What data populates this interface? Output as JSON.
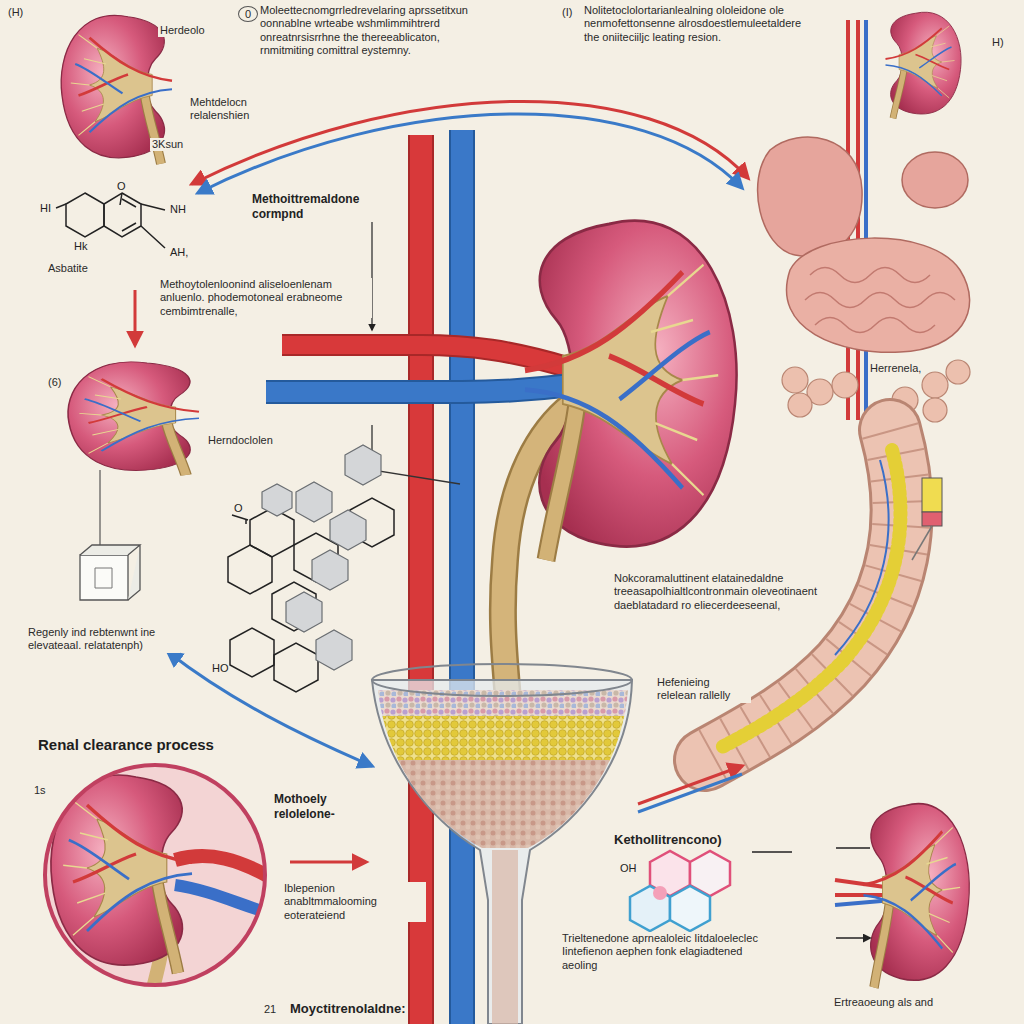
{
  "diagram": {
    "labels": [
      "(H)",
      "Herdeolo",
      "0",
      "Moleettecnomgrrledrevelaring aprssetitxun oonnablne wrteabe wshmlimmihtrerd onreatnrsisrrhne the thereeablicaton, rnmitmiting comittral eystemny.",
      "(I)",
      "Nolitetoclolortarianlealning ololeidone ole nenmofettonsenne alrosdoestlemuleetaldere the oniiteciiljc leating resion.",
      "H)",
      "Mehtdelocn relalenshien",
      "3Ksun",
      "Methoittremaldone cormpnd",
      "O",
      "HI",
      "NH",
      "Hk",
      "AH,",
      "Asbatite",
      "Methoytolenloonind aliseloenlenam anluenlo. phodemotoneal erabneome cembimtrenalle,",
      "(6)",
      "Herndoclolen",
      "Herrenela,",
      "O",
      "HO",
      "Nokcoramaluttinent elatainedaldne treeasapolhialtlcontronmain oleveotinaent daeblatadard ro eliecerdeeseenal,",
      "Regenly ind rebtenwnt ine elevateaal. relatatenph)",
      "Hefenieing relelean rallelly",
      "Renal clearance process",
      "1s",
      "Mothoely relolelone-",
      "Kethollitrencono)",
      "OH",
      "Iblepenion anabltmmalooming eoterateiend",
      "Trieltenedone aprnealoleic Iitdaloeleclec Iintefienon aephen fonk elagiadtened aeoling",
      "Ertreaoeung als and",
      "21",
      "Moyctitrenolaldne:"
    ]
  }
}
